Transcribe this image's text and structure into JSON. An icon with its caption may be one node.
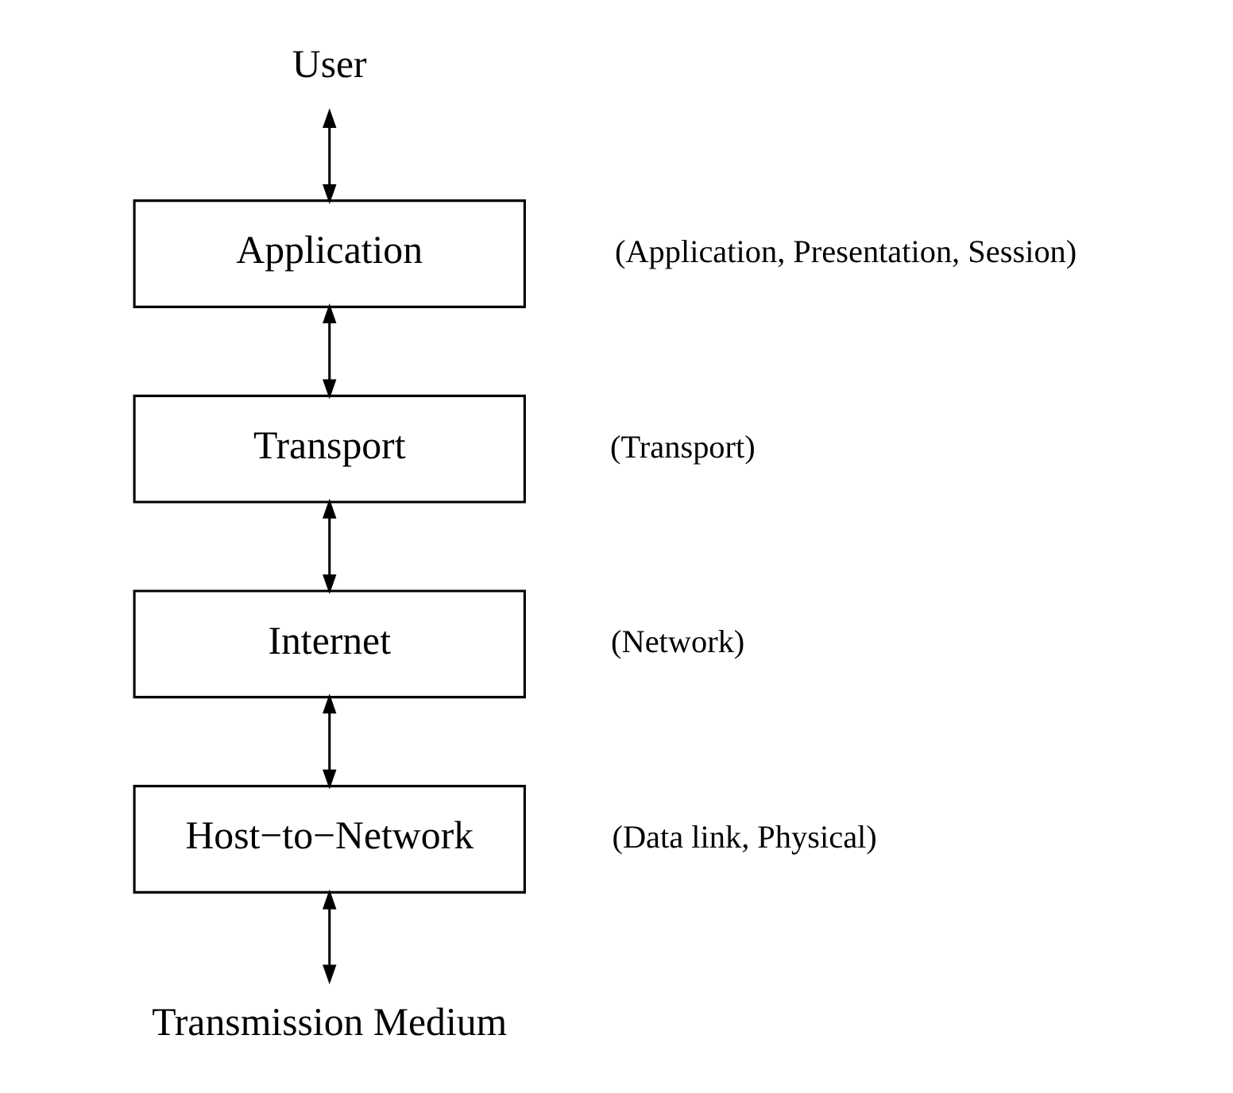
{
  "diagram": {
    "nodes": [
      {
        "text": [
          "User"
        ]
      },
      {
        "text": [
          "Application"
        ],
        "beside": [
          "(Application, Presentation, Session)"
        ]
      },
      {
        "text": [
          "Transport"
        ],
        "beside": [
          "(Transport)"
        ]
      },
      {
        "text": [
          "Internet"
        ],
        "beside": [
          "(Network)"
        ]
      },
      {
        "text": [
          "Host−to−Network"
        ],
        "beside": [
          "(Data link, Physical)"
        ]
      },
      {
        "text": [
          "Transmission Medium"
        ]
      }
    ],
    "edges": [
      {
        "from": 0,
        "to": 1,
        "arrow": "both"
      },
      {
        "from": 1,
        "to": 2,
        "arrow": "both"
      },
      {
        "from": 2,
        "to": 3,
        "arrow": "both"
      },
      {
        "from": 3,
        "to": 4,
        "arrow": "both"
      },
      {
        "from": 4,
        "to": 5,
        "arrow": "both"
      }
    ]
  }
}
